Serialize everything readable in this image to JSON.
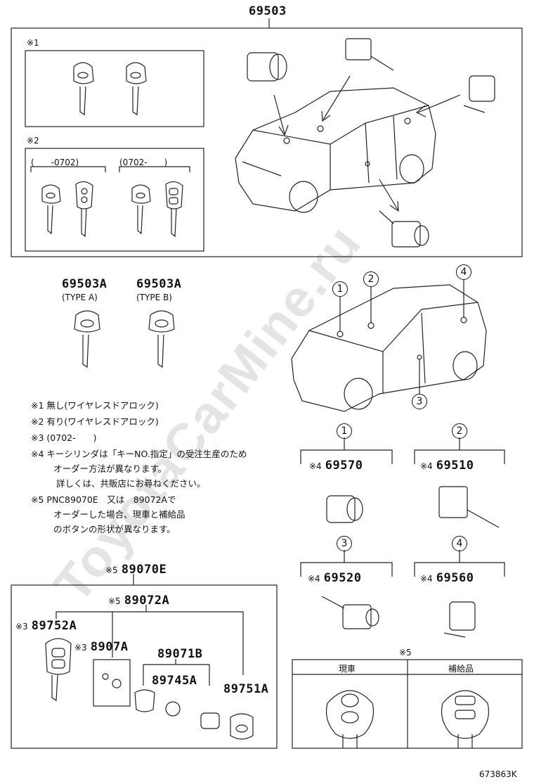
{
  "watermark": "ToyotaCarMine.ru",
  "top_assembly": {
    "part_number": "69503"
  },
  "group1": {
    "mark": "※1"
  },
  "group2": {
    "mark": "※2",
    "range_left": "(　　-0702)",
    "range_right": "(0702-　　)"
  },
  "keys_type": {
    "a": {
      "part_number": "69503A",
      "type": "(TYPE A)"
    },
    "b": {
      "part_number": "69503A",
      "type": "(TYPE B)"
    }
  },
  "notes": [
    {
      "mark": "※1",
      "text": "無し(ワイヤレスドアロック)"
    },
    {
      "mark": "※2",
      "text": "有り(ワイヤレスドアロック)"
    },
    {
      "mark": "※3",
      "text": "(0702-　　)"
    },
    {
      "mark": "※4",
      "text": "キーシリンダは「キーNO.指定」の受注生産のため"
    },
    {
      "mark": "",
      "text": "オーダー方法が異なります。"
    },
    {
      "mark": "",
      "text": "詳しくは、共販店にお尋ねください。"
    },
    {
      "mark": "※5",
      "text": "PNC89070E　又は　89072Aで"
    },
    {
      "mark": "",
      "text": "オーダーした場合、現車と補給品"
    },
    {
      "mark": "",
      "text": "のボタンの形状が異なります。"
    }
  ],
  "callouts": [
    "1",
    "2",
    "3",
    "4"
  ],
  "cylinders": [
    {
      "num": "1",
      "mark": "※4",
      "part_number": "69570"
    },
    {
      "num": "2",
      "mark": "※4",
      "part_number": "69510"
    },
    {
      "num": "3",
      "mark": "※4",
      "part_number": "69520"
    },
    {
      "num": "4",
      "mark": "※4",
      "part_number": "69560"
    }
  ],
  "transmitter": {
    "top": {
      "mark": "※5",
      "part_number": "89070E"
    },
    "sub": {
      "mark": "※5",
      "part_number": "89072A"
    },
    "key": {
      "mark": "※3",
      "part_number": "89752A"
    },
    "board": {
      "mark": "※3",
      "part_number": "8907A"
    },
    "case": {
      "part_number": "89071B"
    },
    "battery_label": {
      "part_number": "89745A"
    },
    "cover": {
      "part_number": "89751A"
    }
  },
  "compare": {
    "mark": "※5",
    "left": "現車",
    "right": "補給品"
  },
  "figure_id": "673863K"
}
